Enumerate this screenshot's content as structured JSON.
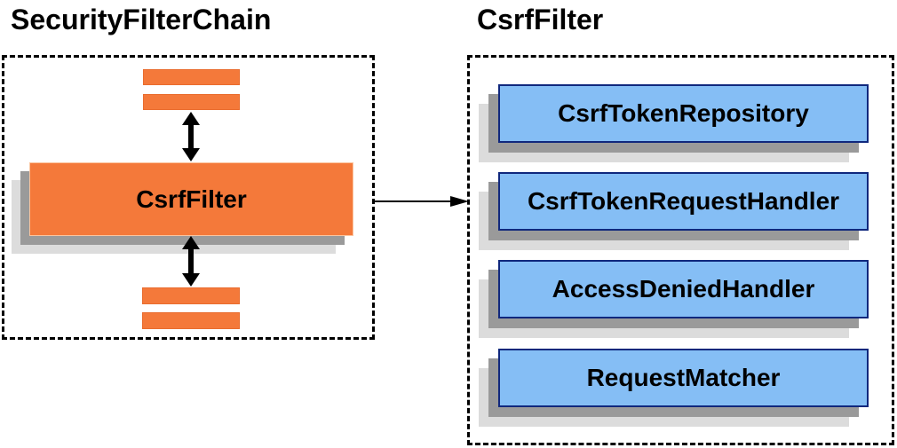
{
  "diagram": {
    "left_panel": {
      "title": "SecurityFilterChain",
      "center_box_label": "CsrfFilter"
    },
    "right_panel": {
      "title": "CsrfFilter",
      "components": [
        {
          "label": "CsrfTokenRepository"
        },
        {
          "label": "CsrfTokenRequestHandler"
        },
        {
          "label": "AccessDeniedHandler"
        },
        {
          "label": "RequestMatcher"
        }
      ]
    },
    "colors": {
      "orange": "#f4793a",
      "orange_border": "#e96c2e",
      "orange_light_border": "#fbc49e",
      "blue_fill": "#85bef5",
      "blue_border": "#10287d",
      "shadow_dark": "#9a9a9a",
      "shadow_light": "#dcdcdc"
    }
  }
}
